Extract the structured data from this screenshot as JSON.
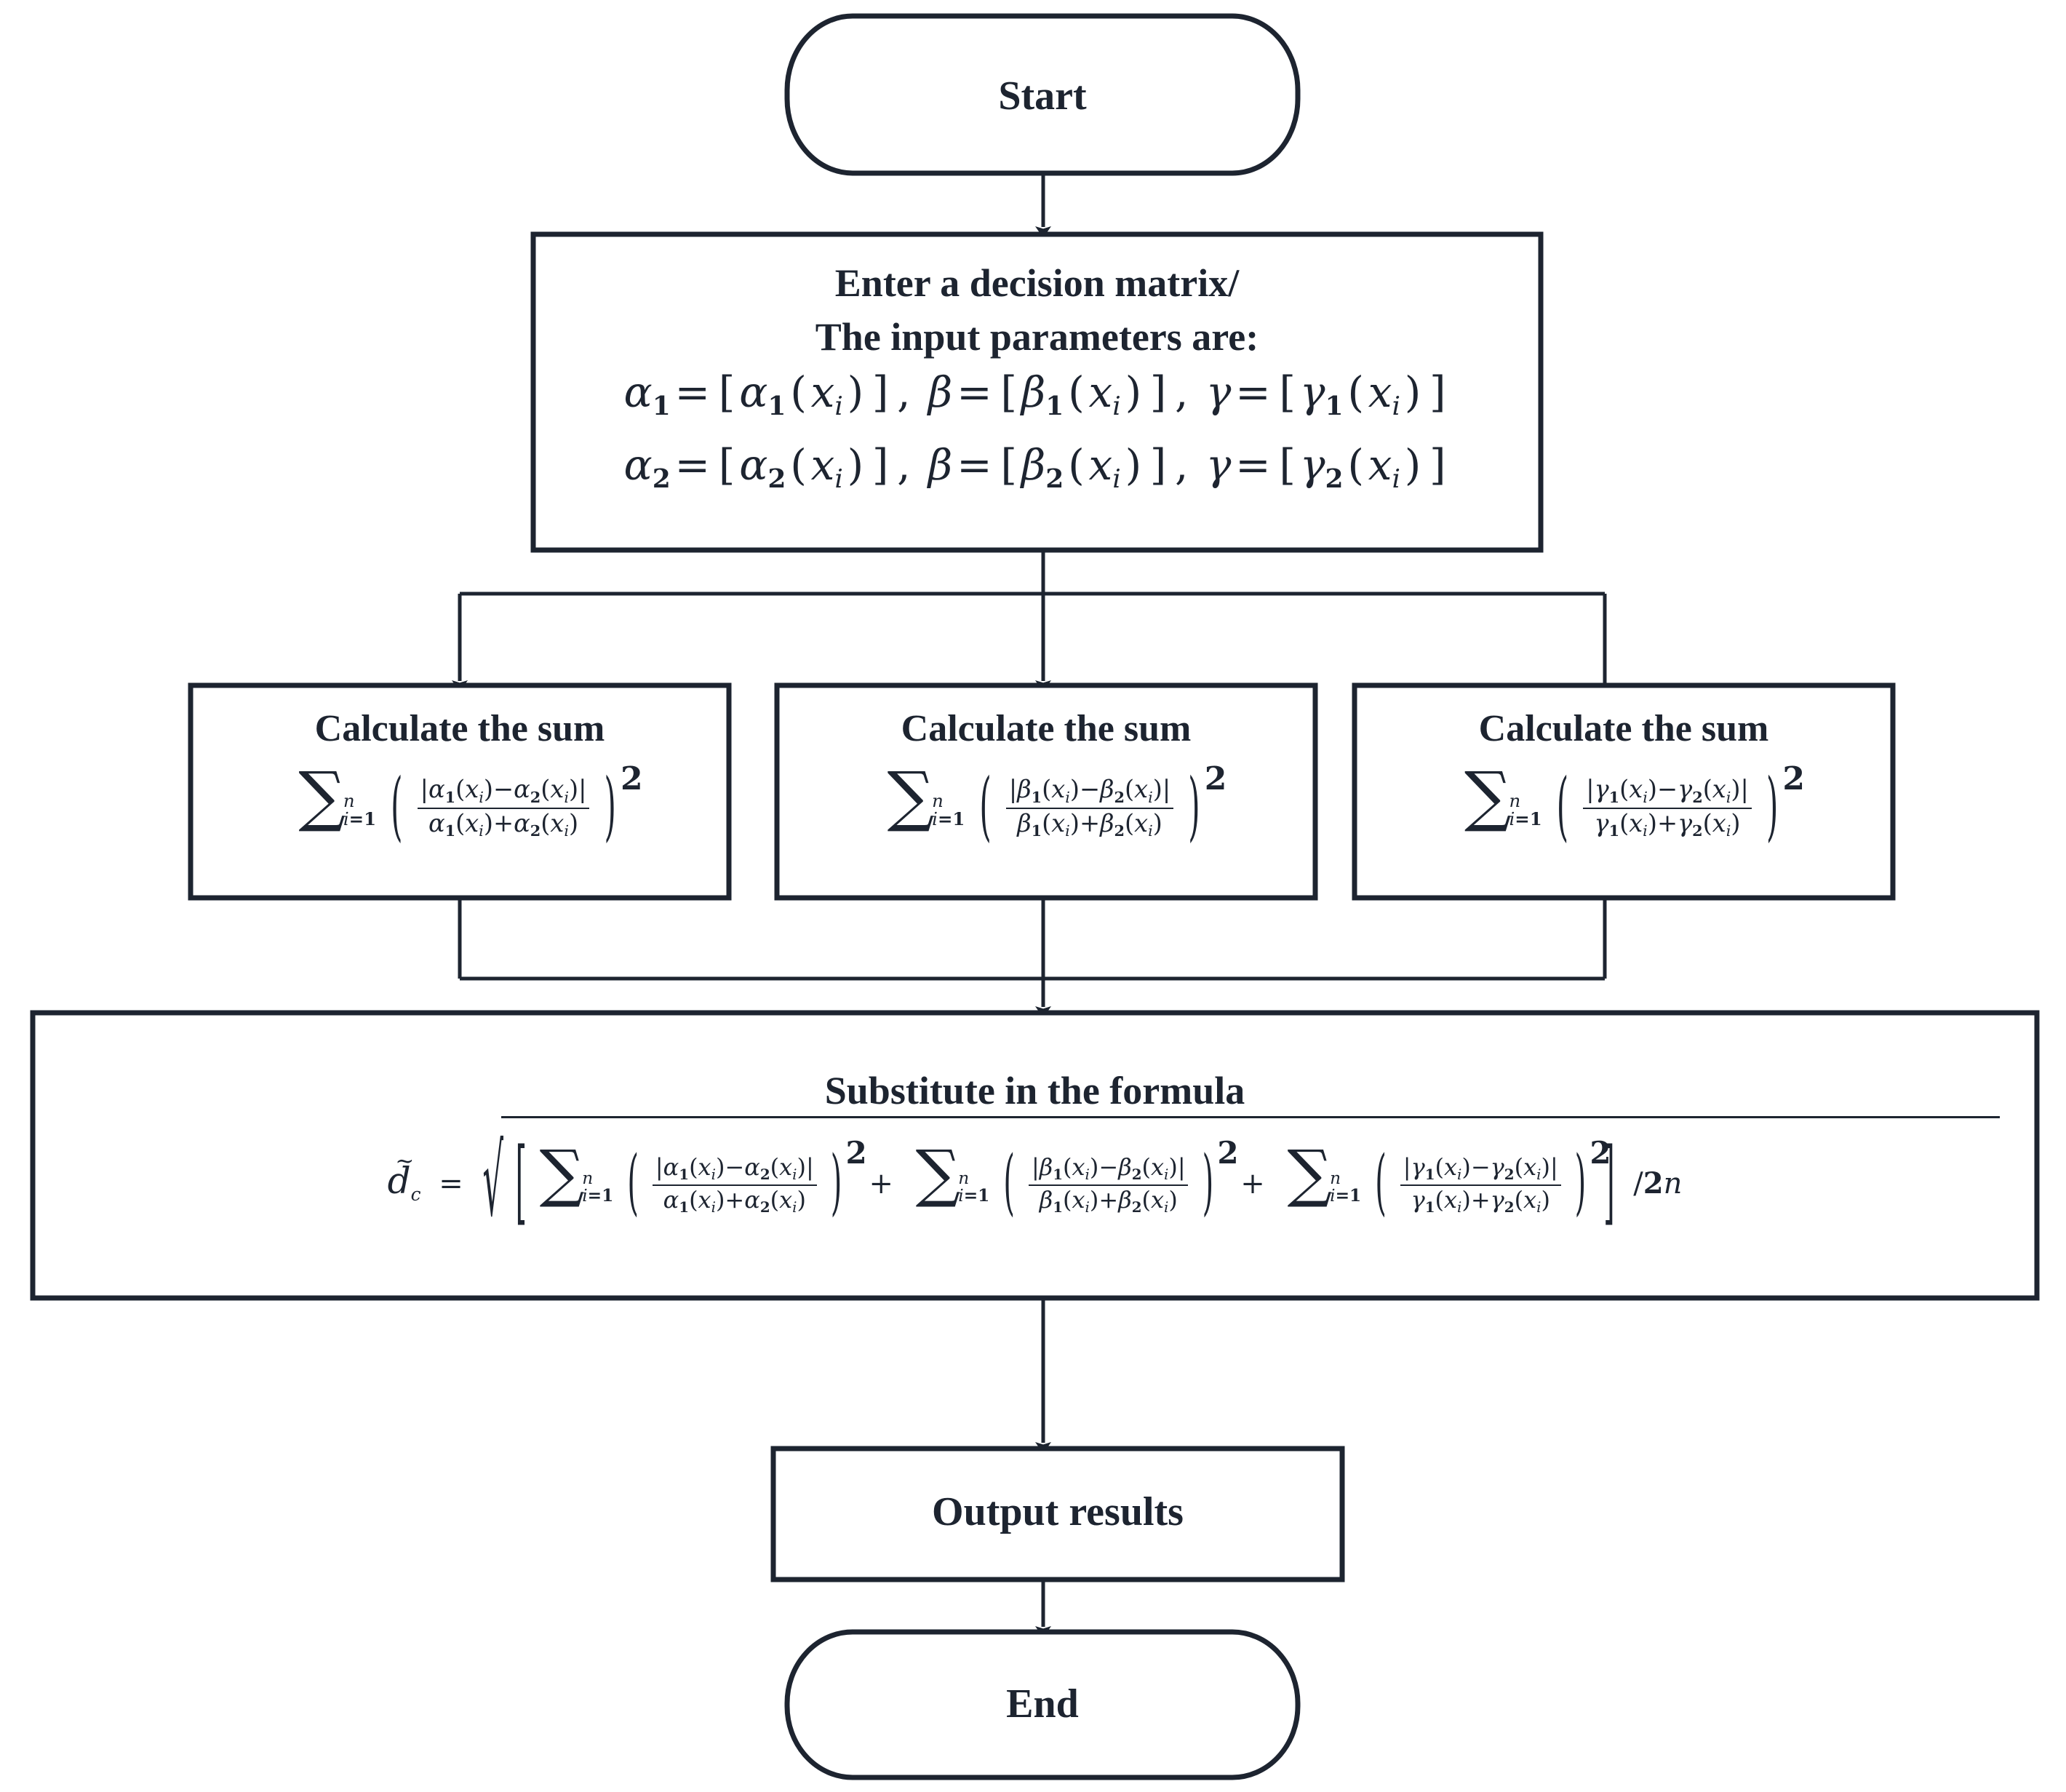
{
  "diagram": {
    "type": "flowchart",
    "title": "Flowchart for computing the distance measure d_c",
    "stroke_color": "#1d2430",
    "fill_color": "#ffffff",
    "background": "#ffffff"
  },
  "nodes": {
    "start": {
      "label": "Start",
      "shape": "rounded-terminator"
    },
    "input": {
      "shape": "rectangle",
      "line1": "Enter a decision matrix/",
      "line2": "The input parameters are:",
      "formula_row1_plain": "α₁ = [α₁(xᵢ)], β = [β₁(xᵢ)], γ = [γ₁(xᵢ)]",
      "formula_row2_plain": "α₂ = [α₂(xᵢ)], β = [β₂(xᵢ)], γ = [γ₂(xᵢ)]"
    },
    "calc_alpha": {
      "shape": "rectangle",
      "heading": "Calculate the sum",
      "symbol": "α",
      "formula_plain": "Σ_{i=1}^{n} ( |α₁(xᵢ)−α₂(xᵢ)| / (α₁(xᵢ)+α₂(xᵢ)) )²",
      "sum_lower": "i=1",
      "sum_upper": "n",
      "exponent": "2"
    },
    "calc_beta": {
      "shape": "rectangle",
      "heading": "Calculate the sum",
      "symbol": "β",
      "formula_plain": "Σ_{i=1}^{n} ( |β₁(xᵢ)−β₂(xᵢ)| / (β₁(xᵢ)+β₂(xᵢ)) )²",
      "sum_lower": "i=1",
      "sum_upper": "n",
      "exponent": "2"
    },
    "calc_gamma": {
      "shape": "rectangle",
      "heading": "Calculate the sum",
      "symbol": "γ",
      "formula_plain": "Σ_{i=1}^{n} ( |γ₁(xᵢ)−γ₂(xᵢ)| / (γ₁(xᵢ)+γ₂(xᵢ)) )²",
      "sum_lower": "i=1",
      "sum_upper": "n",
      "exponent": "2"
    },
    "substitute": {
      "shape": "rectangle",
      "heading": "Substitute in the formula",
      "lhs": "d̃c",
      "formula_plain": "d̃_c = sqrt( [ Σ_{i=1}^{n}( |α₁(xᵢ)−α₂(xᵢ)| / (α₁(xᵢ)+α₂(xᵢ)) )² + Σ_{i=1}^{n}( |β₁(xᵢ)−β₂(xᵢ)| / (β₁(xᵢ)+β₂(xᵢ)) )² + Σ_{i=1}^{n}( |γ₁(xᵢ)−γ₂(xᵢ)| / (γ₁(xᵢ)+γ₂(xᵢ)) )² ] / 2n )",
      "divisor": "/2n"
    },
    "output": {
      "label": "Output results",
      "shape": "rectangle"
    },
    "end": {
      "label": "End",
      "shape": "rounded-terminator"
    }
  },
  "edges": [
    {
      "from": "start",
      "to": "input",
      "style": "arrow-down"
    },
    {
      "from": "input",
      "to": "calc_alpha",
      "style": "branch-arrow-down"
    },
    {
      "from": "input",
      "to": "calc_beta",
      "style": "branch-arrow-down"
    },
    {
      "from": "input",
      "to": "calc_gamma",
      "style": "branch-line-down"
    },
    {
      "from": "calc_alpha",
      "to": "substitute",
      "style": "merge-line"
    },
    {
      "from": "calc_beta",
      "to": "substitute",
      "style": "merge-arrow-down"
    },
    {
      "from": "calc_gamma",
      "to": "substitute",
      "style": "merge-line"
    },
    {
      "from": "substitute",
      "to": "output",
      "style": "arrow-down"
    },
    {
      "from": "output",
      "to": "end",
      "style": "arrow-down"
    }
  ],
  "symbols": {
    "alpha": "α",
    "beta": "β",
    "gamma": "γ",
    "sigma": "∑",
    "radical": "√",
    "x": "x",
    "i": "i",
    "n": "n",
    "one": "1",
    "two": "2",
    "equals": "=",
    "plus": "+",
    "minus": "−",
    "bar": "|",
    "lparen": "(",
    "rparen": ")",
    "lbrack": "[",
    "rbrack": "]",
    "comma": ",",
    "slash": "/",
    "tilde": "~",
    "c": "c",
    "d": "d"
  }
}
